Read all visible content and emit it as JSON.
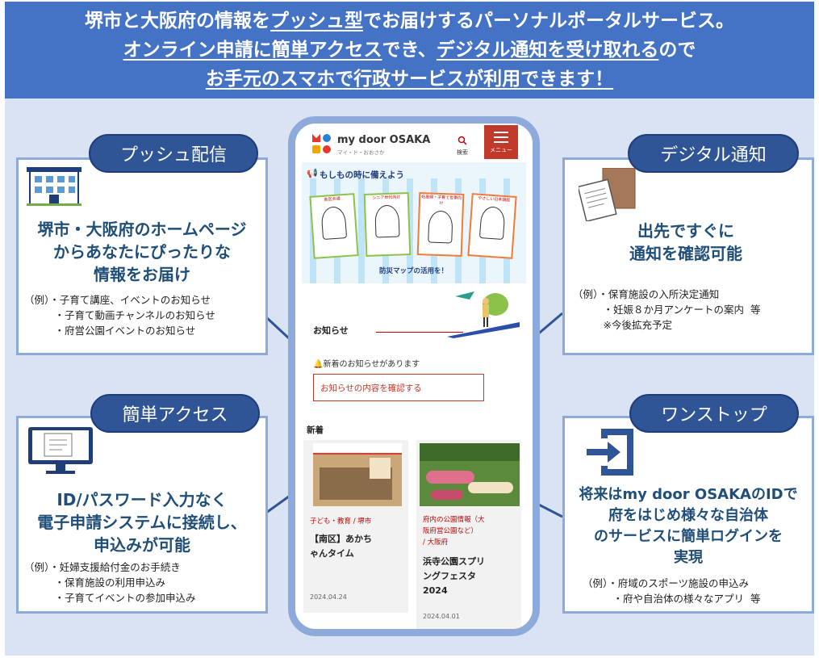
{
  "banner": {
    "l1_a": "堺市と大阪府の情報を",
    "l1_b": "プッシュ型",
    "l1_c": "でお届けするパーソナルポータルサービス。",
    "l2_a": "オンライン申請に簡単アクセス",
    "l2_b": "でき、",
    "l2_c": "デジタル通知を受け取れる",
    "l2_d": "ので",
    "l3": "お手元のスマホで行政サービスが利用できます！"
  },
  "push": {
    "pill": "プッシュ配信",
    "headline": "堺市・大阪府のホームページ\nからあなたにぴったりな\n情報をお届け",
    "examples": "（例）・子育て講座、イベントのお知らせ\n　　　・子育て動画チャンネルのお知らせ\n　　　・府営公園イベントのお知らせ"
  },
  "digital": {
    "pill": "デジタル通知",
    "headline": "出先ですぐに\n通知を確認可能",
    "examples": "（例）・保育施設の入所決定通知\n　　　・妊娠８か月アンケートの案内  等\n　　　※今後拡充予定"
  },
  "access": {
    "pill": "簡単アクセス",
    "headline": "ID/パスワード入力なく\n電子申請システムに接続し、\n申込みが可能",
    "examples": "（例）・妊婦支援給付金のお手続き\n　　　・保育施設の利用申込み\n　　　・子育てイベントの参加申込み"
  },
  "onestop": {
    "pill": "ワンストップ",
    "headline": "将来はmy door OSAKAのIDで\n府をはじめ様々な自治体\nのサービスに簡単ログインを\n実現",
    "examples": "（例）・府域のスポーツ施設の申込み\n　　　・府や自治体の様々なアプリ  等"
  },
  "phone": {
    "logo_text": "my door OSAKA",
    "logo_sub": "マイ・ド・おおさか",
    "search_label": "検索",
    "menu_label": "メニュー",
    "hero_title": "もしもの時に備えよう",
    "hero_caption": "防災マップの活用を！",
    "hero_cards": [
      "各区共通",
      "シニア世代向け",
      "妊産婦・子育て世帯向け",
      "やさしい日本語版"
    ],
    "news_title": "お知らせ",
    "news_alert": "新着のお知らせがあります",
    "news_button": "お知らせの内容を確認する",
    "new_label": "新着",
    "article1": {
      "category": "子ども・教育 / 堺市",
      "title": "【南区】あかち\nゃんタイム",
      "date": "2024.04.24"
    },
    "article2": {
      "category": "府内の公園情報（大\n阪府営公園など）\n/ 大阪府",
      "title": "浜寺公園スプリ\nングフェスタ\n2024",
      "date": "2024.04.01"
    }
  },
  "colors": {
    "banner": "#4472c4",
    "panel": "#dae3f3",
    "pill": "#2f5597",
    "headline": "#1f4e79",
    "accent_red": "#c00000"
  }
}
